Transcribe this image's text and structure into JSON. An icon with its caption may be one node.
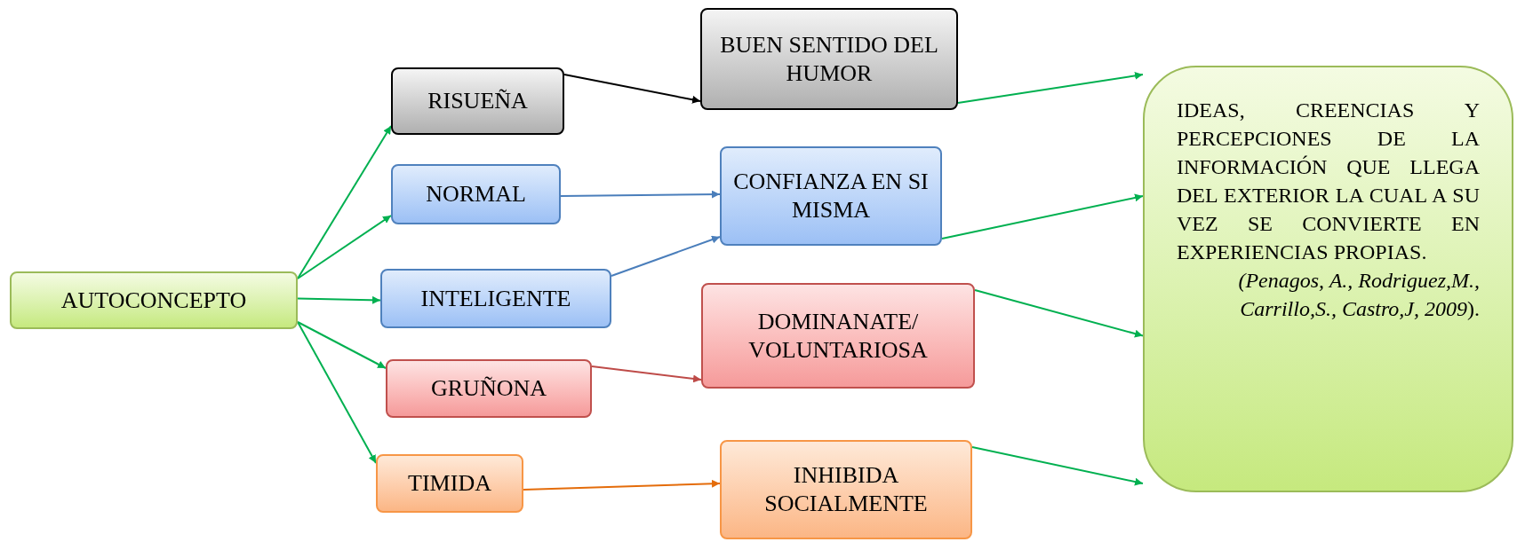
{
  "diagram": {
    "nodes": [
      {
        "text": [
          "AUTOCONCEPTO"
        ]
      },
      {
        "text": [
          "RISUEÑA"
        ]
      },
      {
        "text": [
          "NORMAL"
        ]
      },
      {
        "text": [
          "INTELIGENTE"
        ]
      },
      {
        "text": [
          "GRUÑONA"
        ]
      },
      {
        "text": [
          "TIMIDA"
        ]
      },
      {
        "text": [
          "BUEN SENTIDO DEL HUMOR"
        ]
      },
      {
        "text": [
          "CONFIANZA EN SI MISMA"
        ]
      },
      {
        "text": [
          "DOMINANATE/ VOLUNTARIOSA"
        ]
      },
      {
        "text": [
          "INHIBIDA SOCIALMENTE"
        ]
      },
      {
        "text": [
          "IDEAS, CREENCIAS Y PERCEPCIONES DE LA INFORMACIÓN QUE LLEGA DEL EXTERIOR LA CUAL A SU VEZ SE CONVIERTE EN EXPERIENCIAS PROPIAS.",
          "*(Penagos, A., Rodriguez,M., Carrillo,S., Castro,J, 2009*)."
        ]
      }
    ],
    "edges": [
      {
        "from": 0,
        "to": 1,
        "arrow": "to"
      },
      {
        "from": 0,
        "to": 2,
        "arrow": "to"
      },
      {
        "from": 0,
        "to": 3,
        "arrow": "to"
      },
      {
        "from": 0,
        "to": 4,
        "arrow": "to"
      },
      {
        "from": 0,
        "to": 5,
        "arrow": "to"
      },
      {
        "from": 1,
        "to": 6,
        "arrow": "to",
        "color": "#000000"
      },
      {
        "from": 2,
        "to": 7,
        "arrow": "to",
        "color": "#4a7ebb"
      },
      {
        "from": 3,
        "to": 7,
        "arrow": "to",
        "color": "#4a7ebb"
      },
      {
        "from": 4,
        "to": 8,
        "arrow": "to",
        "color": "#be4b48"
      },
      {
        "from": 5,
        "to": 9,
        "arrow": "to",
        "color": "#e46c0a"
      },
      {
        "from": 6,
        "to": 10,
        "arrow": "to"
      },
      {
        "from": 7,
        "to": 10,
        "arrow": "to"
      },
      {
        "from": 8,
        "to": 10,
        "arrow": "to"
      },
      {
        "from": 9,
        "to": 10,
        "arrow": "to"
      }
    ]
  }
}
